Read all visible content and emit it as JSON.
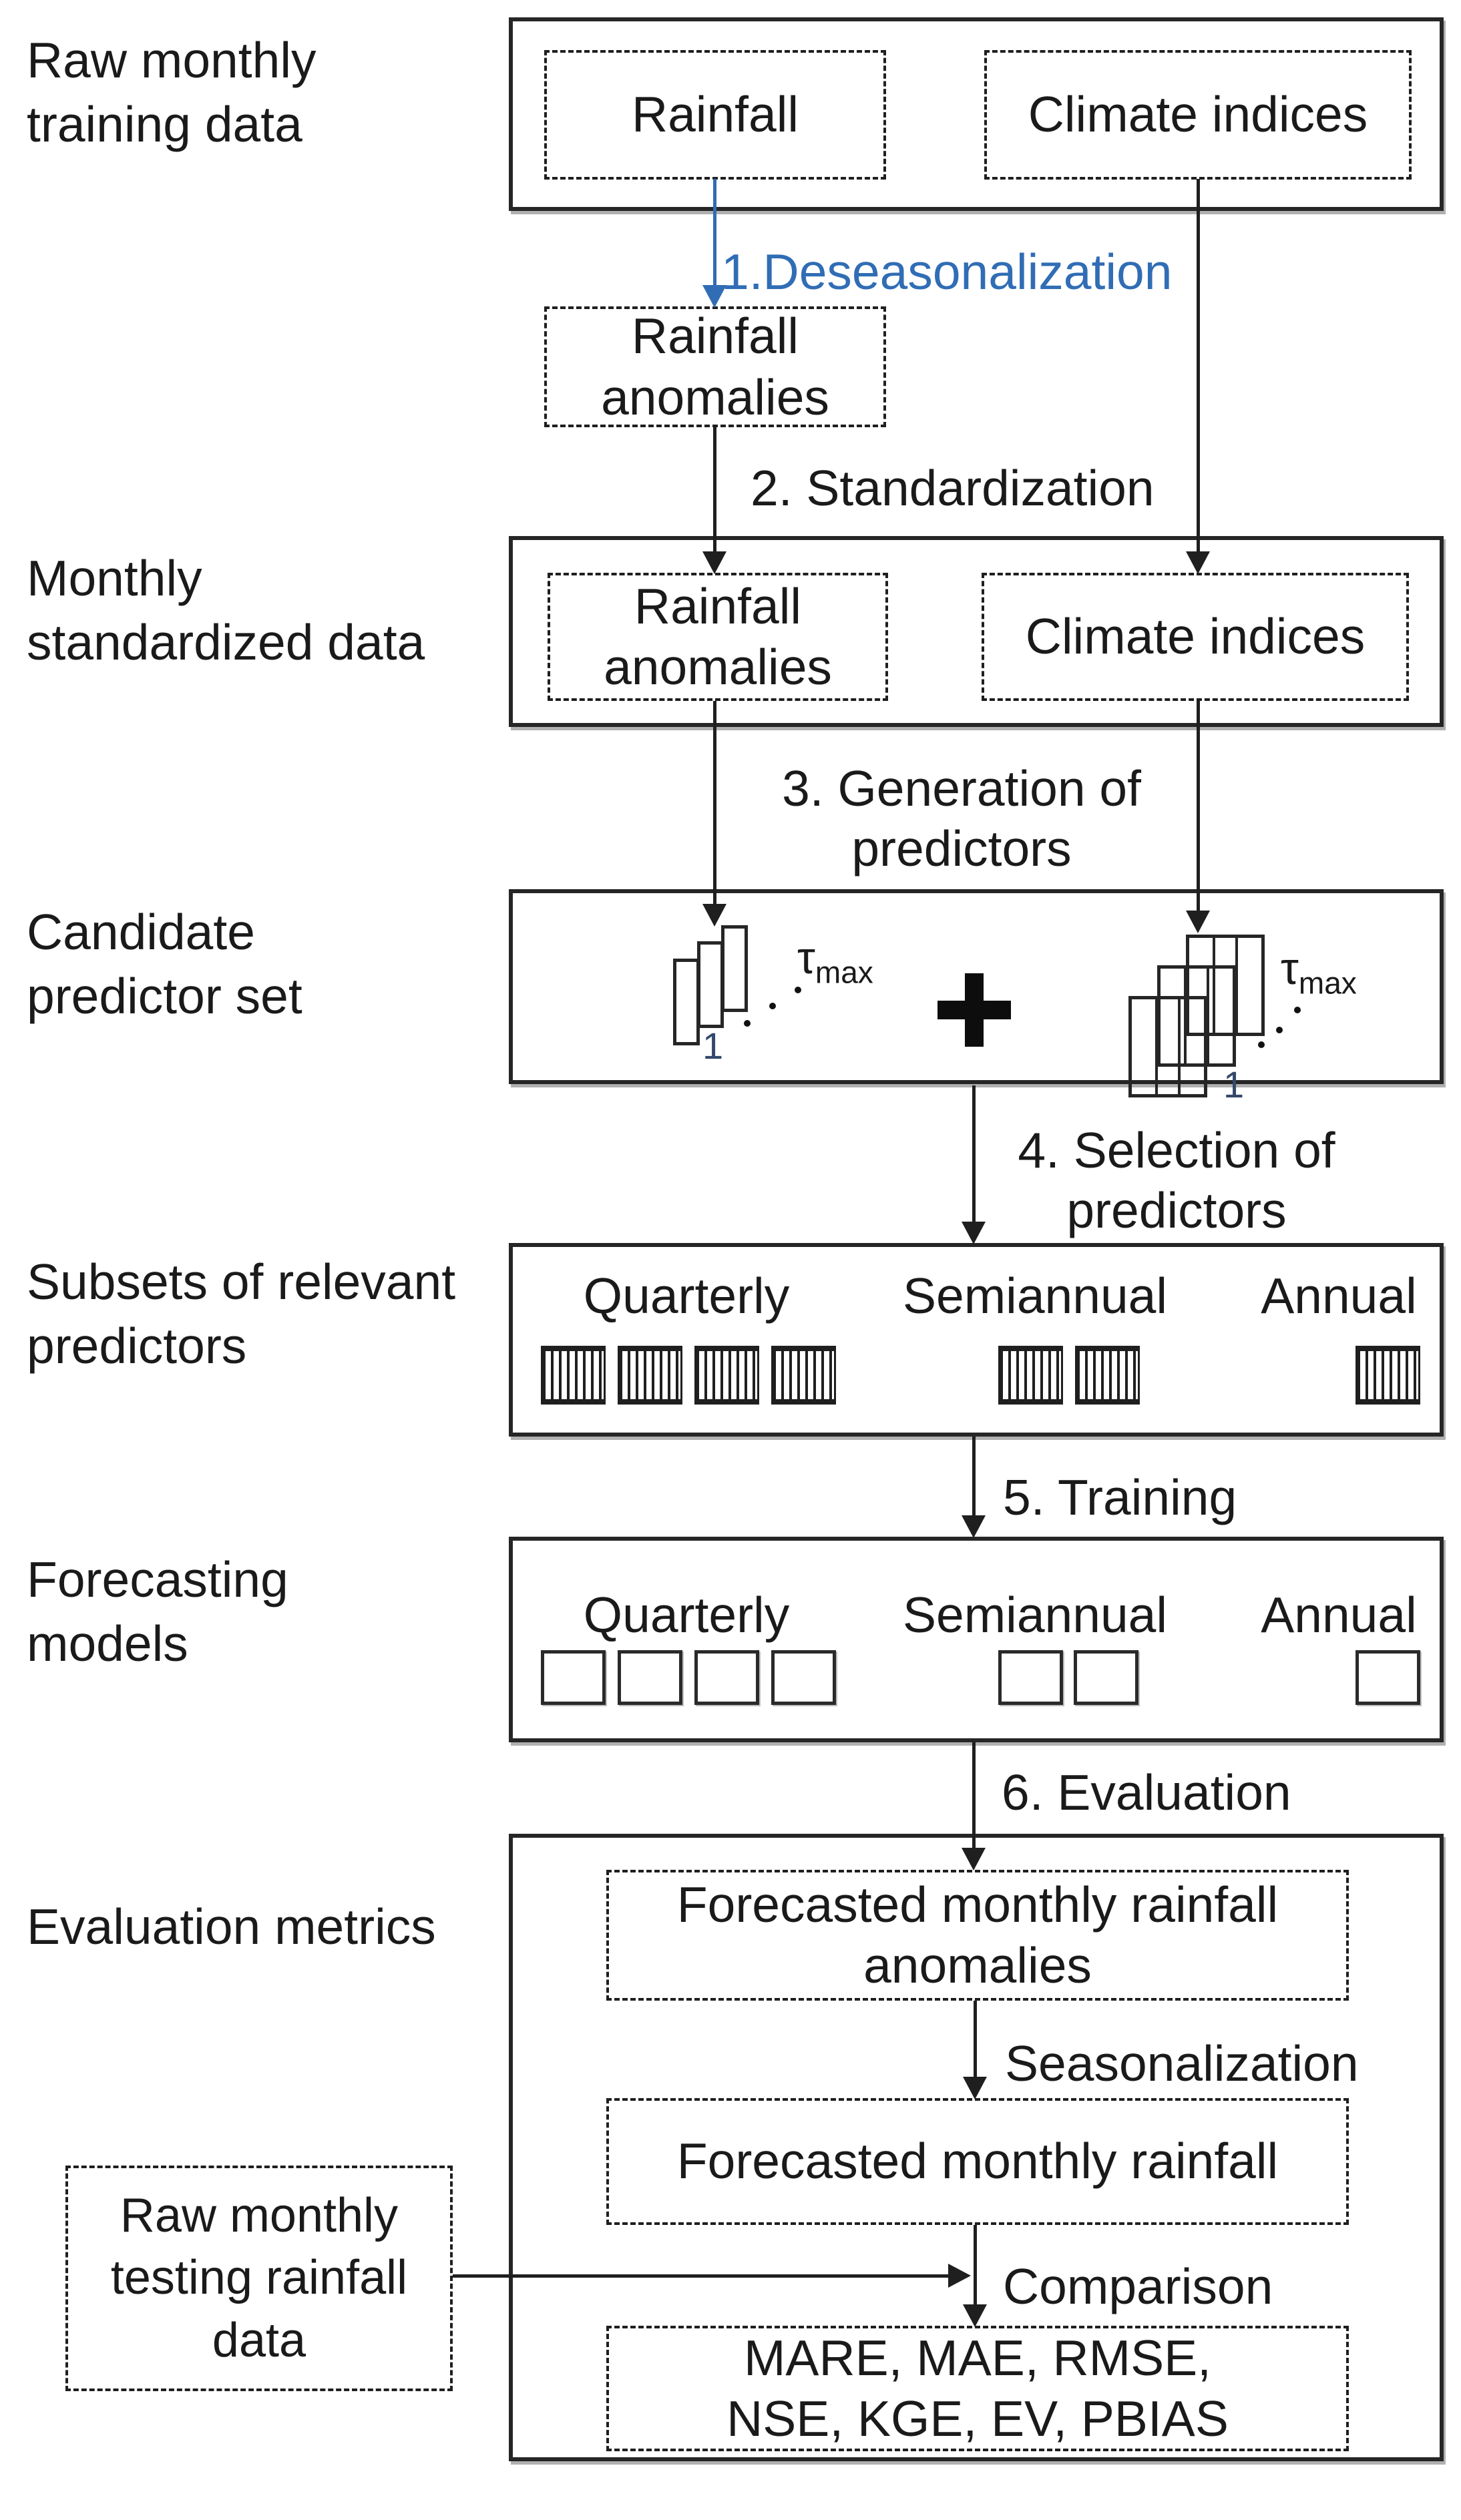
{
  "colors": {
    "accent_blue": "#306db5",
    "line": "#1f1f1f",
    "text": "#1a1a1a"
  },
  "row_labels": {
    "raw_training": "Raw monthly\ntraining data",
    "monthly_standardized": "Monthly\nstandardized data",
    "candidate_predictor": "Candidate\npredictor set",
    "subsets_relevant": "Subsets of relevant\npredictors",
    "forecasting_models": "Forecasting\nmodels",
    "evaluation_metrics": "Evaluation metrics"
  },
  "stage1": {
    "rainfall": "Rainfall",
    "climate_indices": "Climate indices"
  },
  "stage2": {
    "rainfall_anomalies": "Rainfall\nanomalies"
  },
  "stage3": {
    "rainfall_anomalies": "Rainfall\nanomalies",
    "climate_indices": "Climate indices"
  },
  "steps": {
    "deseasonalization": "1.Deseasonalization",
    "standardization": "2. Standardization",
    "generation": "3. Generation of\npredictors",
    "selection": "4. Selection of\npredictors",
    "training": "5. Training",
    "evaluation": "6. Evaluation",
    "seasonalization": "Seasonalization",
    "comparison": "Comparison"
  },
  "candidate_set": {
    "tau": "τ",
    "tau_sub": "max",
    "lag_one": "1",
    "plus": "+"
  },
  "subsets_box": {
    "headings": [
      "Quarterly",
      "Semiannual",
      "Annual"
    ],
    "block_counts": [
      4,
      2,
      1
    ]
  },
  "models_box": {
    "headings": [
      "Quarterly",
      "Semiannual",
      "Annual"
    ],
    "square_counts": [
      4,
      2,
      1
    ]
  },
  "evaluation_box": {
    "forecasted_anomalies": "Forecasted monthly rainfall\nanomalies",
    "forecasted_rainfall": "Forecasted monthly rainfall",
    "metrics": "MARE, MAE, RMSE,\nNSE, KGE, EV, PBIAS",
    "testing_data": "Raw monthly\ntesting rainfall\ndata"
  }
}
